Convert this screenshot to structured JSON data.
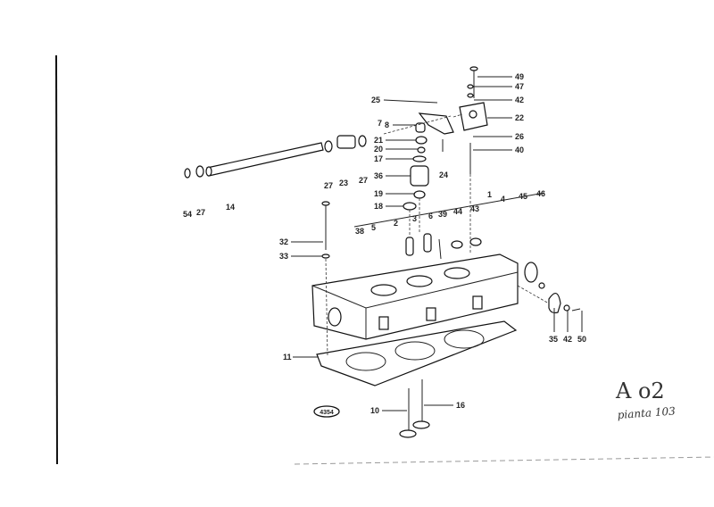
{
  "diagram": {
    "title": "Cylinder head exploded view",
    "figure_number": "4354",
    "handwritten_code": "A o2",
    "handwritten_note": "pianta 103",
    "callouts": {
      "c49": "49",
      "c47": "47",
      "c42a": "42",
      "c22": "22",
      "c26": "26",
      "c40": "40",
      "c25": "25",
      "c7": "7",
      "c8": "8",
      "c21": "21",
      "c20": "20",
      "c17": "17",
      "c36": "36",
      "c19": "19",
      "c18": "18",
      "c24": "24",
      "c27a": "27",
      "c23": "23",
      "c27b": "27",
      "c54": "54",
      "c27c": "27",
      "c14": "14",
      "c32": "32",
      "c33": "33",
      "c38": "38",
      "c5": "5",
      "c2": "2",
      "c3": "3",
      "c6": "6",
      "c39": "39",
      "c44": "44",
      "c43": "43",
      "c1": "1",
      "c4": "4",
      "c45": "45",
      "c46": "46",
      "c35": "35",
      "c42b": "42",
      "c50": "50",
      "c11": "11",
      "c10": "10",
      "c16": "16"
    }
  }
}
